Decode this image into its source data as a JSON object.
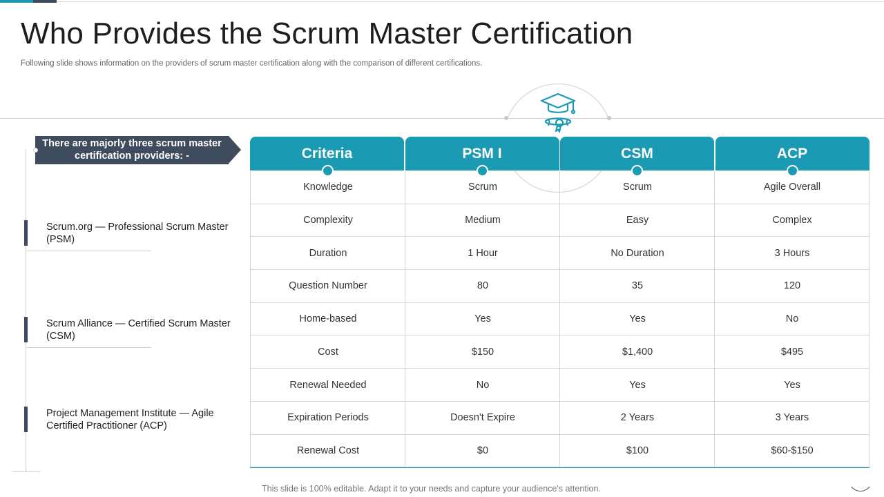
{
  "slide": {
    "title": "Who Provides the Scrum Master Certification",
    "subtitle": "Following slide shows information  on the providers of scrum master certification along with the comparison of different certifications.",
    "footnote": "This slide is 100% editable. Adapt it to your needs and capture your audience's attention."
  },
  "colors": {
    "accent": "#1b9ab3",
    "dark": "#3e4c5e"
  },
  "icons": {
    "header_icon": "graduation-cap-diploma-icon"
  },
  "left_panel": {
    "callout": "There are majorly three scrum master certification providers: -",
    "providers": [
      {
        "label": "Scrum.org — Professional Scrum Master (PSM)"
      },
      {
        "label": "Scrum Alliance — Certified Scrum Master (CSM)"
      },
      {
        "label": "Project Management Institute — Agile Certified Practitioner (ACP)"
      }
    ]
  },
  "table": {
    "headers": [
      "Criteria",
      "PSM I",
      "CSM",
      "ACP"
    ],
    "rows": [
      [
        "Knowledge",
        "Scrum",
        "Scrum",
        "Agile Overall"
      ],
      [
        "Complexity",
        "Medium",
        "Easy",
        "Complex"
      ],
      [
        "Duration",
        "1 Hour",
        "No Duration",
        "3 Hours"
      ],
      [
        "Question Number",
        "80",
        "35",
        "120"
      ],
      [
        "Home-based",
        "Yes",
        "Yes",
        "No"
      ],
      [
        "Cost",
        "$150",
        "$1,400",
        "$495"
      ],
      [
        "Renewal Needed",
        "No",
        "Yes",
        "Yes"
      ],
      [
        "Expiration Periods",
        "Doesn't Expire",
        "2 Years",
        "3 Years"
      ],
      [
        "Renewal Cost",
        "$0",
        "$100",
        "$60-$150"
      ]
    ]
  }
}
